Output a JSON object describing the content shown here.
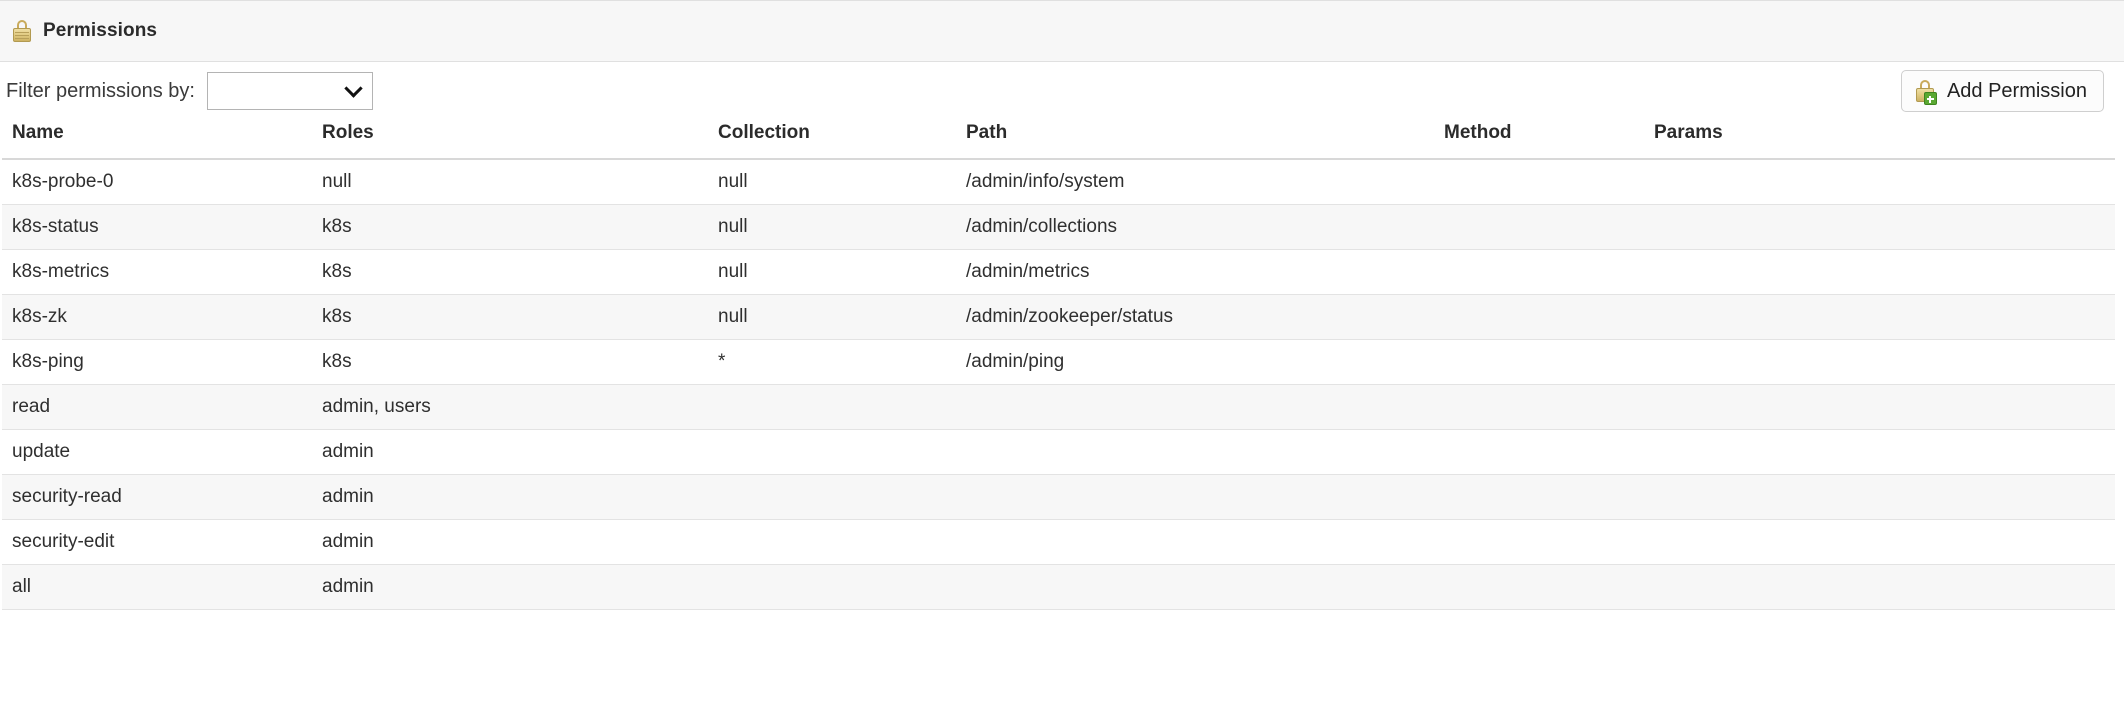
{
  "panel": {
    "title": "Permissions",
    "icon": "lock-icon"
  },
  "toolbar": {
    "filter_label": "Filter permissions by:",
    "filter_value": "",
    "filter_options": [
      ""
    ],
    "dropdown_icon": "chevron-down-icon",
    "add_button_label": "Add Permission",
    "add_button_icon": "lock-plus-icon"
  },
  "table": {
    "columns": [
      "Name",
      "Roles",
      "Collection",
      "Path",
      "Method",
      "Params"
    ],
    "rows": [
      {
        "name": "k8s-probe-0",
        "roles": "null",
        "collection": "null",
        "path": "/admin/info/system",
        "method": "",
        "params": ""
      },
      {
        "name": "k8s-status",
        "roles": "k8s",
        "collection": "null",
        "path": "/admin/collections",
        "method": "",
        "params": ""
      },
      {
        "name": "k8s-metrics",
        "roles": "k8s",
        "collection": "null",
        "path": "/admin/metrics",
        "method": "",
        "params": ""
      },
      {
        "name": "k8s-zk",
        "roles": "k8s",
        "collection": "null",
        "path": "/admin/zookeeper/status",
        "method": "",
        "params": ""
      },
      {
        "name": "k8s-ping",
        "roles": "k8s",
        "collection": "*",
        "path": "/admin/ping",
        "method": "",
        "params": ""
      },
      {
        "name": "read",
        "roles": "admin, users",
        "collection": "",
        "path": "",
        "method": "",
        "params": ""
      },
      {
        "name": "update",
        "roles": "admin",
        "collection": "",
        "path": "",
        "method": "",
        "params": ""
      },
      {
        "name": "security-read",
        "roles": "admin",
        "collection": "",
        "path": "",
        "method": "",
        "params": ""
      },
      {
        "name": "security-edit",
        "roles": "admin",
        "collection": "",
        "path": "",
        "method": "",
        "params": ""
      },
      {
        "name": "all",
        "roles": "admin",
        "collection": "",
        "path": "",
        "method": "",
        "params": ""
      }
    ]
  },
  "colors": {
    "header_bg": "#f7f7f7",
    "row_stripe": "#f7f7f7",
    "border": "#e3e3e3",
    "lock_gold": "#e2cc85",
    "plus_green": "#5aa832"
  }
}
